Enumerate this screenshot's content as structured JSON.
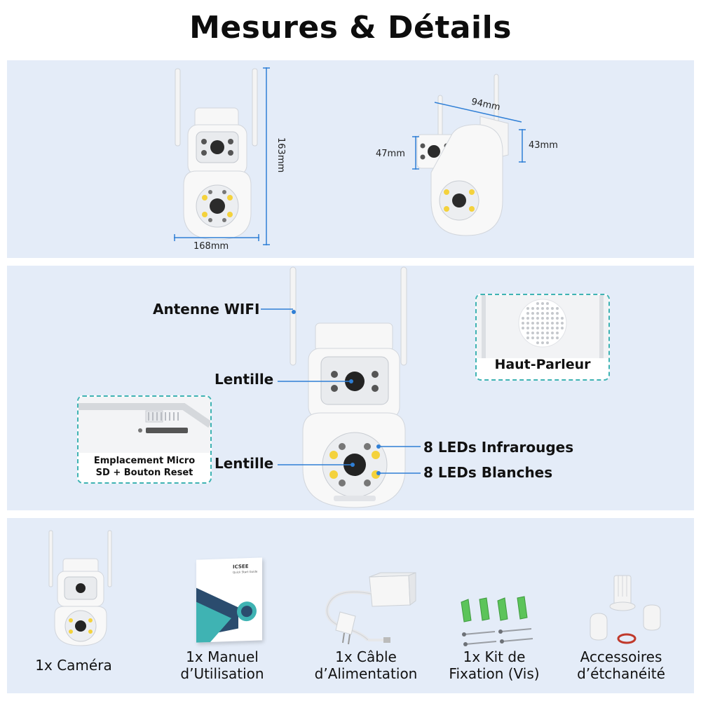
{
  "title": "Mesures & Détails",
  "measures": {
    "height": "163mm",
    "width": "168mm",
    "depth": "94mm",
    "left_height": "47mm",
    "right_height": "43mm"
  },
  "details": {
    "antenna": "Antenne WIFI",
    "lens_top": "Lentille",
    "lens_bottom": "Lentille",
    "ir_leds": "8 LEDs Infrarouges",
    "white_leds": "8 LEDs Blanches",
    "speaker": "Haut-Parleur",
    "sd_slot_line1": "Emplacement Micro",
    "sd_slot_line2": "SD + Bouton Reset"
  },
  "manual_brand": "ICSEE",
  "manual_subtitle": "Quick Start Guide",
  "accessories": [
    {
      "line1": "1x Caméra",
      "line2": ""
    },
    {
      "line1": "1x Manuel",
      "line2": "d’Utilisation"
    },
    {
      "line1": "1x Câble",
      "line2": "d’Alimentation"
    },
    {
      "line1": "1x Kit de",
      "line2": "Fixation (Vis)"
    },
    {
      "line1": "Accessoires",
      "line2": "d’étchanéité"
    }
  ],
  "colors": {
    "panel_bg": "#e4ecf8",
    "callout_line": "#2f7fd6",
    "dashed_border": "#3fb3b3",
    "anchor_green": "#5cc45a",
    "seal_ring": "#c0392b"
  }
}
